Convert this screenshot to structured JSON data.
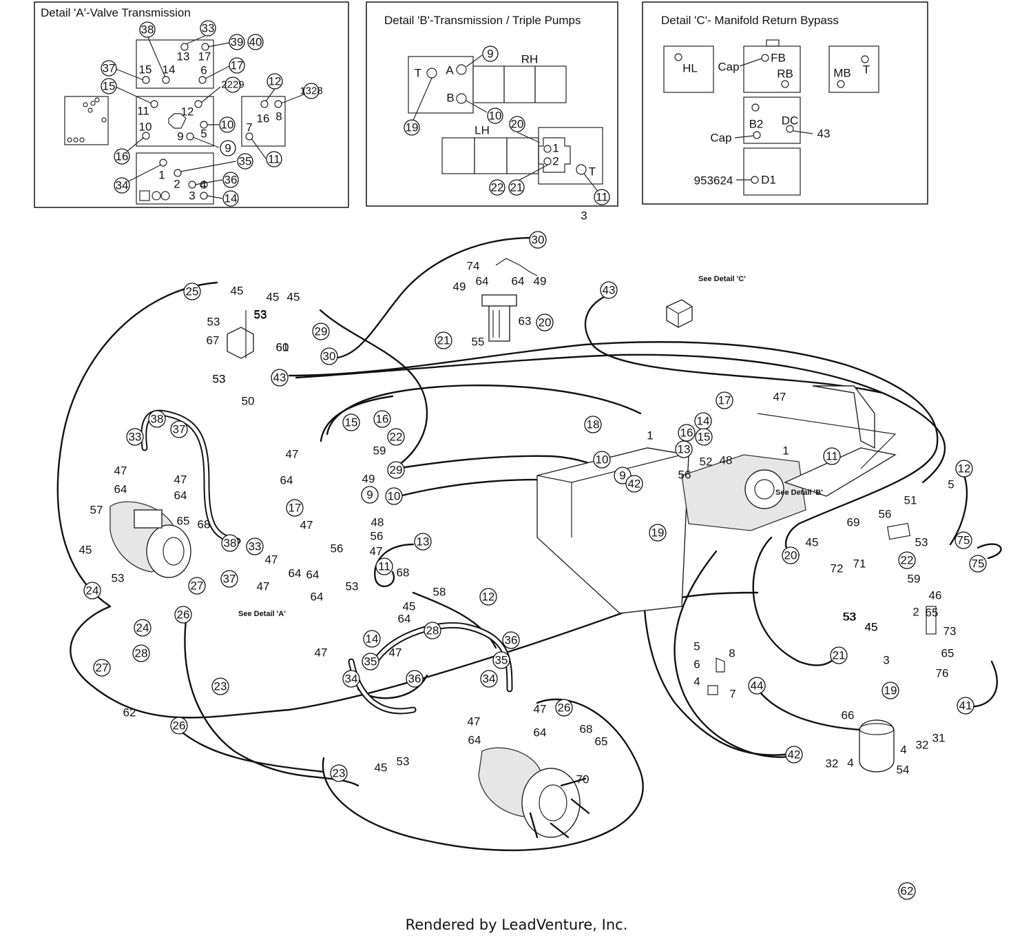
{
  "details": {
    "a": {
      "title": "Detail 'A'-Valve Transmission"
    },
    "b": {
      "title": "Detail 'B'-Transmission / Triple Pumps"
    },
    "c": {
      "title": "Detail 'C'- Manifold Return Bypass"
    }
  },
  "notes": {
    "see_a": "See Detail 'A'",
    "see_b": "See Detail 'B'",
    "see_c": "See Detail 'C'"
  },
  "footer": "Rendered by LeadVenture, Inc.",
  "detail_a": {
    "circled": [
      "38",
      "33",
      "39",
      "40",
      "37",
      "17",
      "15",
      "2229",
      "12",
      "1328",
      "10",
      "9",
      "16",
      "11",
      "35",
      "34",
      "36",
      "14"
    ],
    "plain": [
      "13",
      "17",
      "15",
      "14",
      "6",
      "11",
      "12",
      "10",
      "5",
      "9",
      "16",
      "8",
      "7",
      "1",
      "2",
      "4",
      "3"
    ]
  },
  "detail_b": {
    "circled": [
      "9",
      "10",
      "19",
      "20",
      "22",
      "21",
      "11"
    ],
    "plain": [
      "T",
      "A",
      "B",
      "RH",
      "LH",
      "1",
      "2",
      "T"
    ]
  },
  "detail_c": {
    "labels": [
      "HL",
      "Cap",
      "FB",
      "RB",
      "MB",
      "T",
      "B2",
      "DC",
      "Cap",
      "43",
      "953624",
      "D1"
    ]
  },
  "callouts": [
    "30",
    "25",
    "43",
    "21",
    "20",
    "29",
    "30",
    "43",
    "38",
    "37",
    "33",
    "15",
    "16",
    "22",
    "29",
    "18",
    "17",
    "14",
    "16",
    "15",
    "13",
    "11",
    "12",
    "10",
    "9",
    "42",
    "19",
    "9",
    "10",
    "17",
    "38",
    "33",
    "37",
    "27",
    "13",
    "11",
    "12",
    "14",
    "28",
    "35",
    "34",
    "36",
    "24",
    "26",
    "24",
    "28",
    "27",
    "23",
    "26",
    "62",
    "36",
    "34",
    "35",
    "26",
    "23",
    "75",
    "75",
    "20",
    "22",
    "21",
    "19",
    "41",
    "42",
    "44"
  ],
  "labels": [
    "3",
    "74",
    "64",
    "64",
    "49",
    "49",
    "63",
    "55",
    "45",
    "53",
    "45",
    "53",
    "45",
    "60",
    "53",
    "53",
    "61",
    "67",
    "53",
    "50",
    "47",
    "64",
    "47",
    "64",
    "57",
    "65",
    "68",
    "45",
    "53",
    "64",
    "47",
    "59",
    "49",
    "47",
    "48",
    "56",
    "56",
    "47",
    "47",
    "64",
    "64",
    "47",
    "68",
    "53",
    "58",
    "45",
    "64",
    "64",
    "47",
    "47",
    "47",
    "1",
    "1",
    "52",
    "48",
    "56",
    "5",
    "51",
    "56",
    "69",
    "45",
    "53",
    "72",
    "71",
    "53",
    "45",
    "59",
    "46",
    "65",
    "73",
    "2",
    "53",
    "45",
    "3",
    "65",
    "76",
    "5",
    "8",
    "6",
    "4",
    "7",
    "66",
    "32",
    "4",
    "4",
    "32",
    "31",
    "54",
    "47",
    "47",
    "64",
    "64",
    "68",
    "65",
    "45",
    "53",
    "70",
    "62"
  ]
}
